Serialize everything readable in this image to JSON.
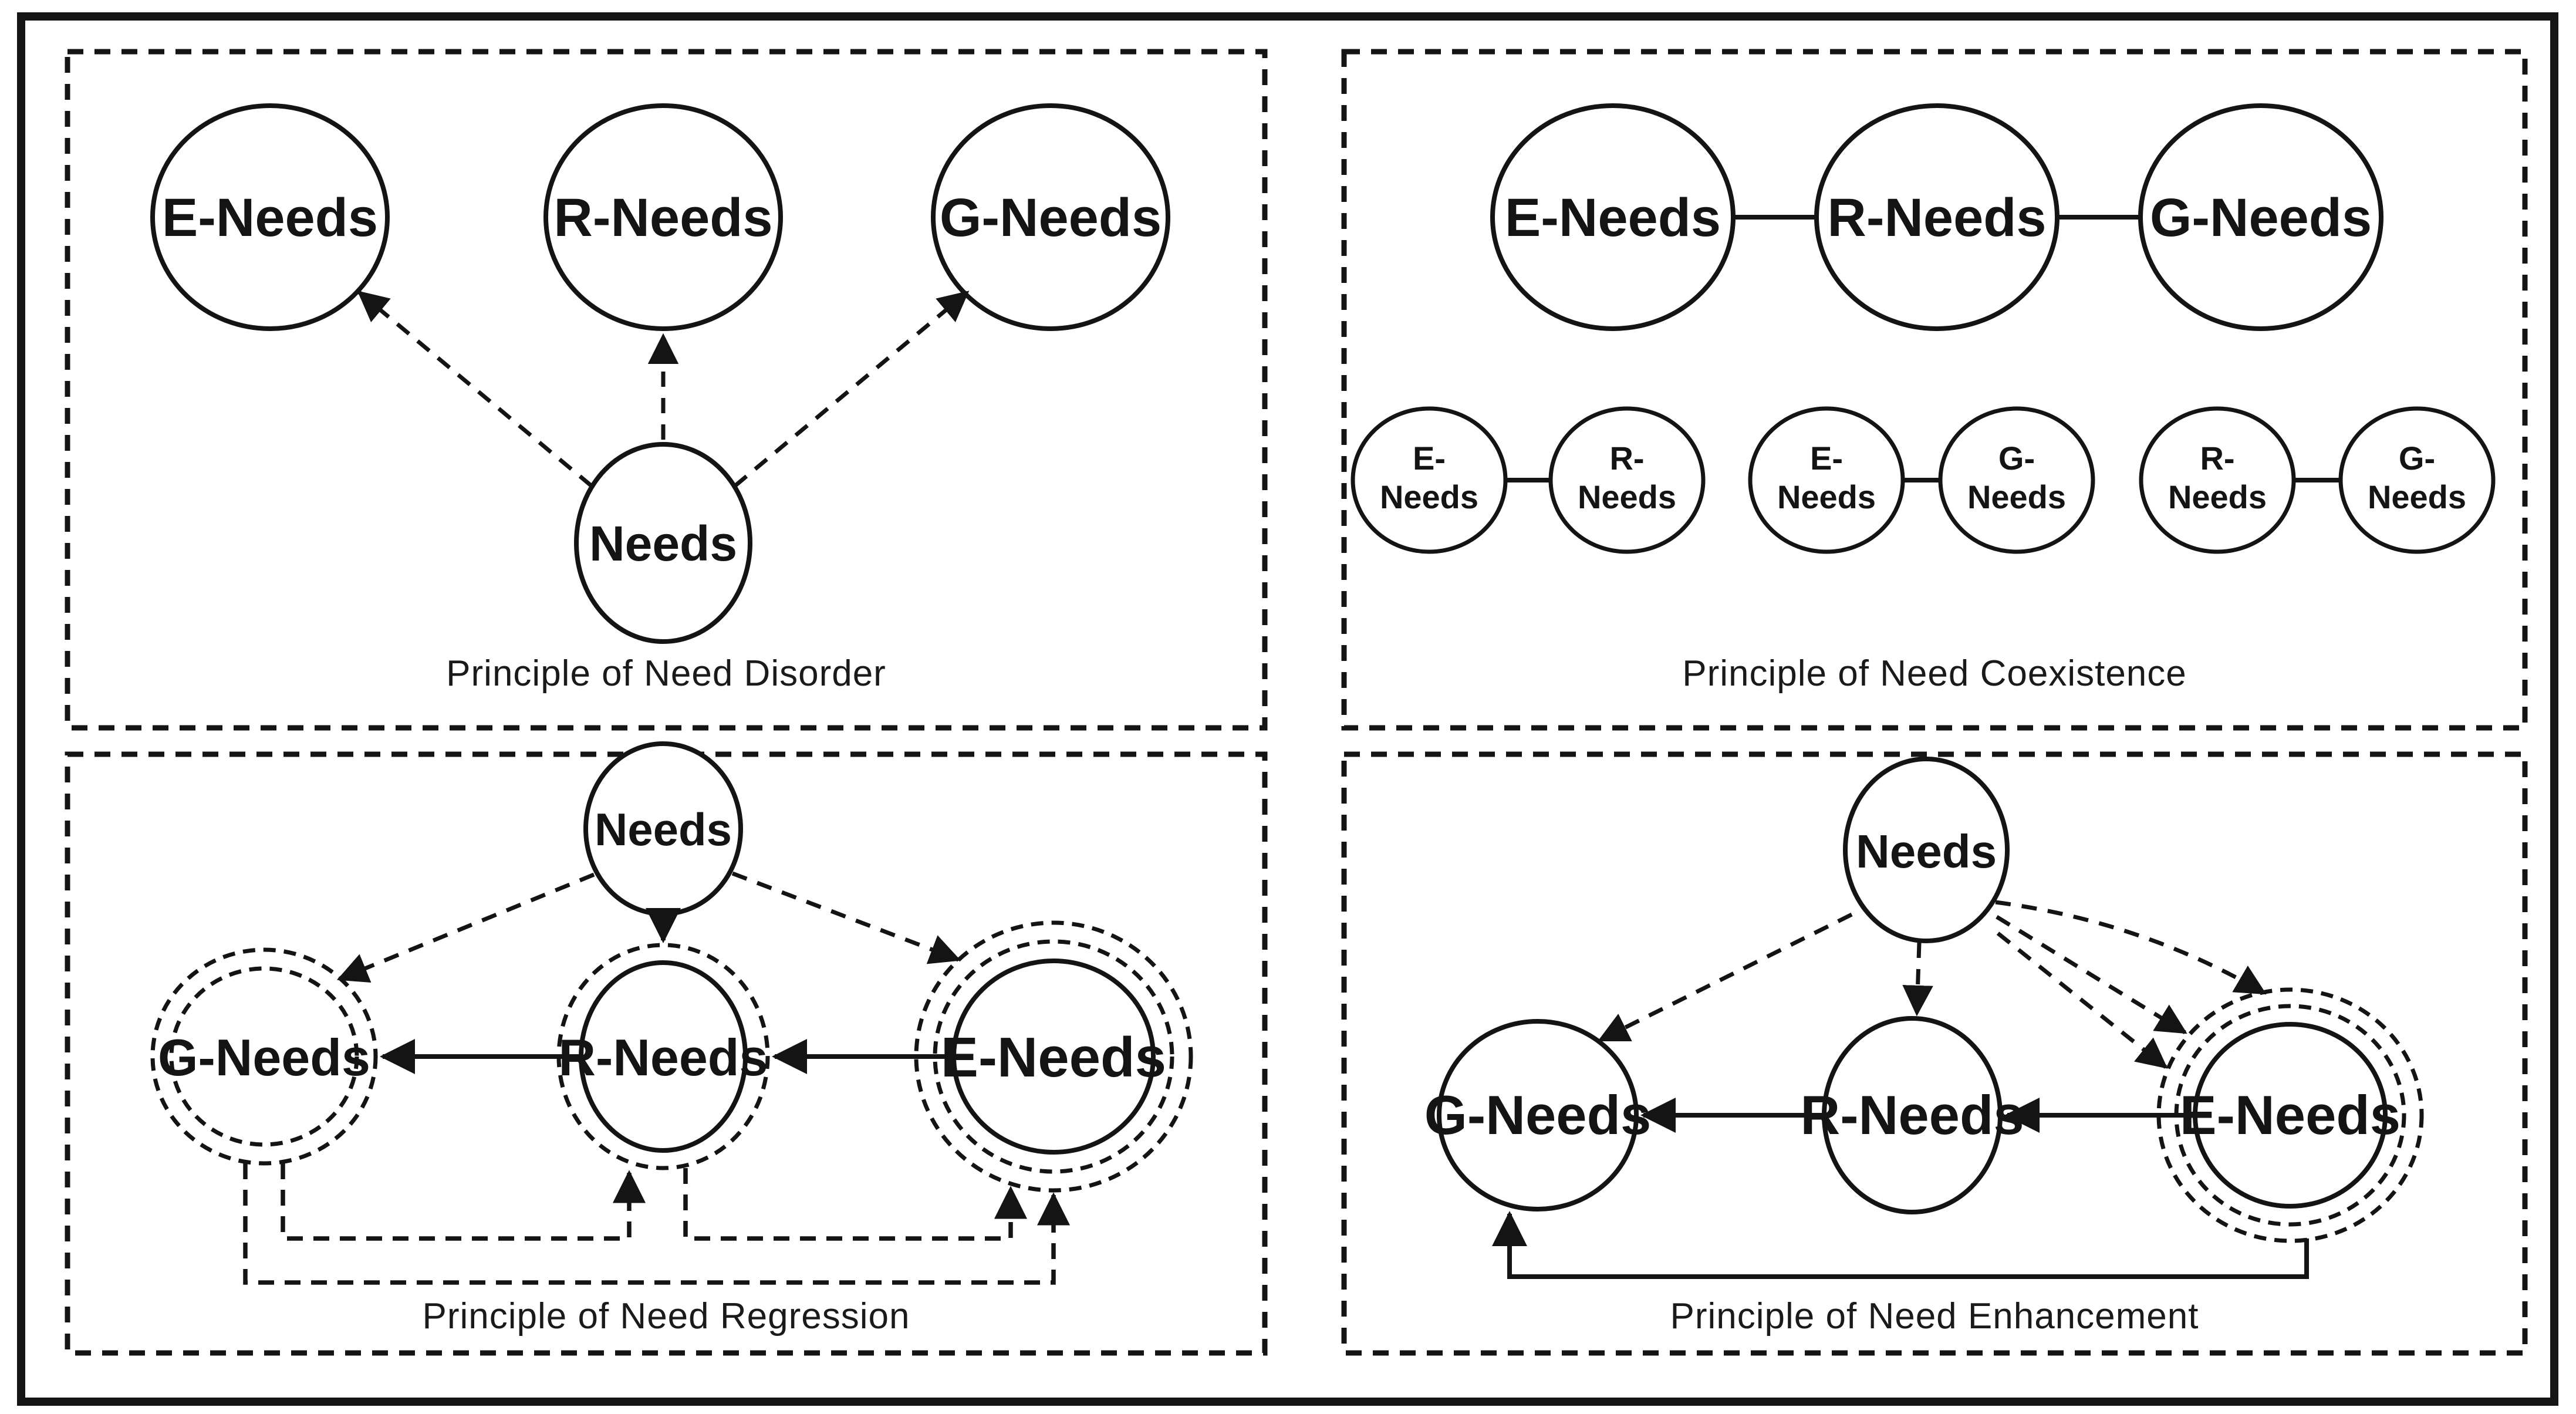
{
  "colors": {
    "ink": "#141414",
    "paper": "#ffffff"
  },
  "panels": {
    "disorder": {
      "caption": "Principle of Need Disorder",
      "nodes": {
        "e": "E-Needs",
        "r": "R-Needs",
        "g": "G-Needs",
        "center": "Needs"
      }
    },
    "coexistence": {
      "caption": "Principle of Need Coexistence",
      "big": {
        "e": "E-Needs",
        "r": "R-Needs",
        "g": "G-Needs"
      },
      "pairs": [
        {
          "left": [
            "E-",
            "Needs"
          ],
          "right": [
            "R-",
            "Needs"
          ]
        },
        {
          "left": [
            "E-",
            "Needs"
          ],
          "right": [
            "G-",
            "Needs"
          ]
        },
        {
          "left": [
            "R-",
            "Needs"
          ],
          "right": [
            "G-",
            "Needs"
          ]
        }
      ]
    },
    "regression": {
      "caption": "Principle of Need Regression",
      "nodes": {
        "center": "Needs",
        "g": "G-Needs",
        "r": "R-Needs",
        "e": "E-Needs"
      }
    },
    "enhancement": {
      "caption": "Principle of Need Enhancement",
      "nodes": {
        "center": "Needs",
        "g": "G-Needs",
        "r": "R-Needs",
        "e": "E-Needs"
      }
    }
  }
}
